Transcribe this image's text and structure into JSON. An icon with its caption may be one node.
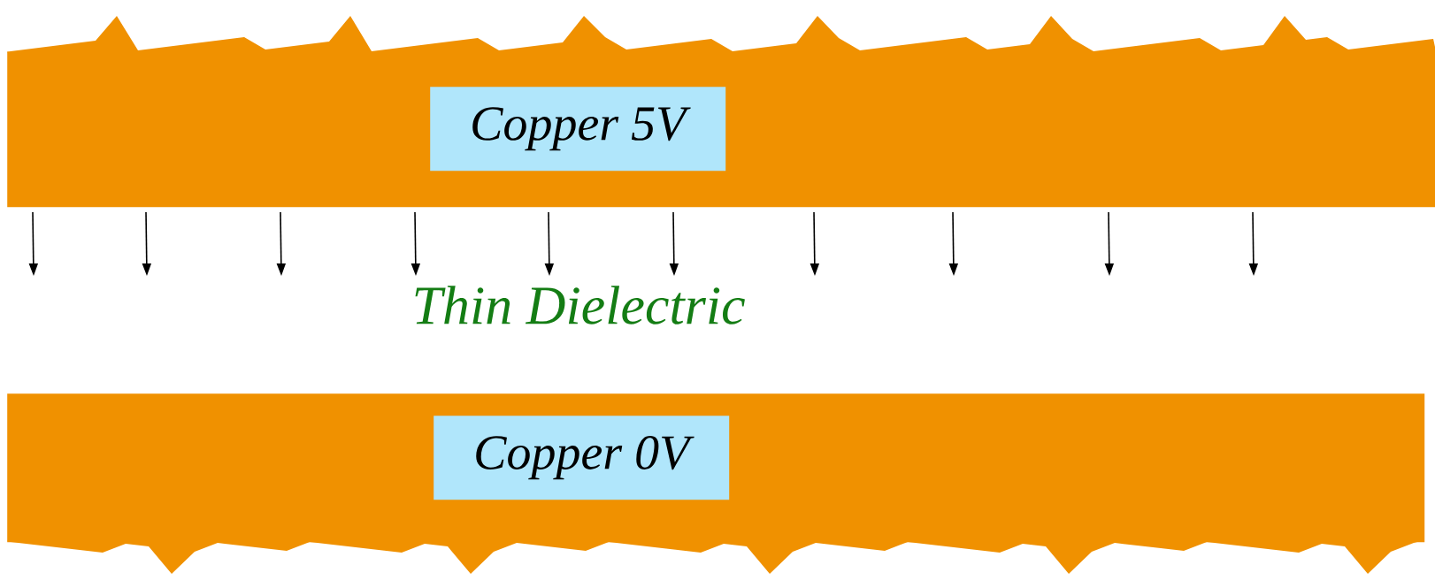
{
  "diagram": {
    "nodes": [
      {
        "text": [],
        "shape": "band"
      },
      {
        "text": [
          "Copper 5V"
        ],
        "in": 0
      },
      {
        "text": [],
        "shape": "band"
      },
      {
        "text": [
          "Copper 0V"
        ],
        "in": 2
      }
    ],
    "labels": [
      "Thin Dielectric"
    ]
  }
}
